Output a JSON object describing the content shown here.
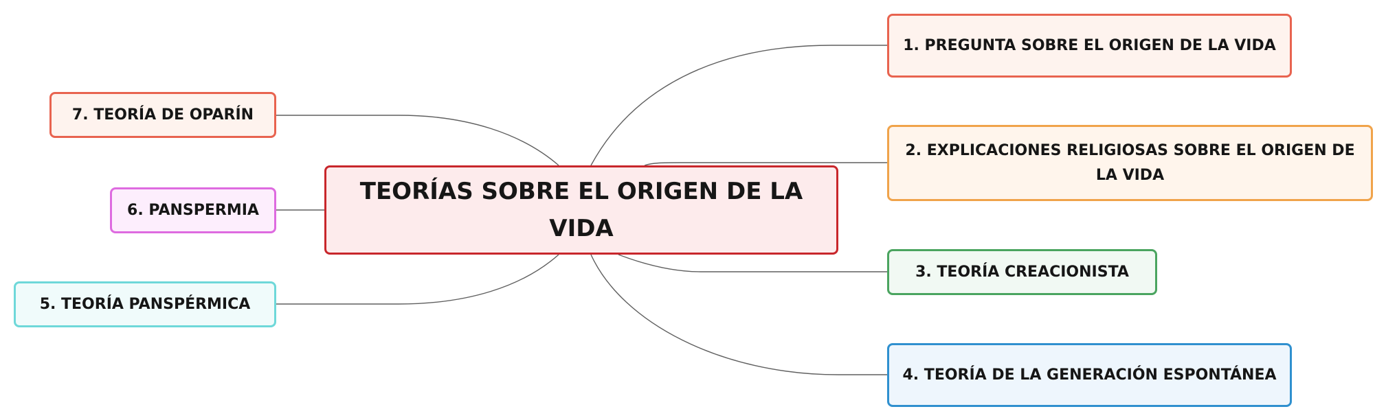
{
  "map": {
    "central": {
      "title": "TEORÍAS SOBRE EL ORIGEN DE LA VIDA",
      "border_color": "#c8262b",
      "fill_color": "#fdebec"
    },
    "topics": [
      {
        "id": "topic-1",
        "label": "1. PREGUNTA SOBRE EL ORIGEN DE LA VIDA",
        "border_color": "#e8634f",
        "fill_color": "#fef3ee"
      },
      {
        "id": "topic-2",
        "label": "2. EXPLICACIONES RELIGIOSAS SOBRE EL ORIGEN DE LA VIDA",
        "border_color": "#f0a34a",
        "fill_color": "#fff5ec"
      },
      {
        "id": "topic-3",
        "label": "3. TEORÍA CREACIONISTA",
        "border_color": "#4aa45f",
        "fill_color": "#f1f9f3"
      },
      {
        "id": "topic-4",
        "label": "4. TEORÍA DE LA GENERACIÓN ESPONTÁNEA",
        "border_color": "#2f90cf",
        "fill_color": "#eef6fd"
      },
      {
        "id": "topic-5",
        "label": "5. TEORÍA PANSPÉRMICA",
        "border_color": "#6ed8d9",
        "fill_color": "#f0fbfb"
      },
      {
        "id": "topic-6",
        "label": "6. PANSPERMIA",
        "border_color": "#de6be0",
        "fill_color": "#fdeefd"
      },
      {
        "id": "topic-7",
        "label": "7. TEORÍA DE OPARÍN",
        "border_color": "#e8634f",
        "fill_color": "#fef3ee"
      }
    ]
  }
}
